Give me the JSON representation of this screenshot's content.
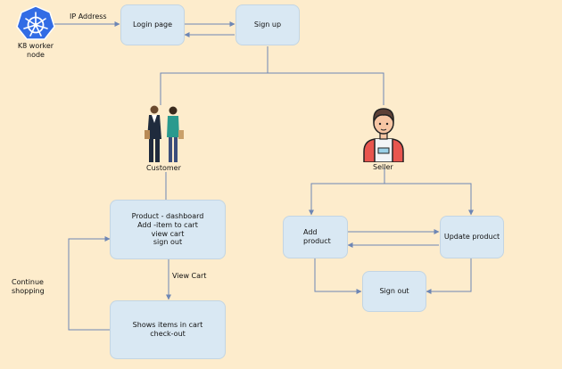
{
  "nodes": {
    "k8s_label": "K8 worker node",
    "login": "Login page",
    "signup": "Sign up",
    "customer": "Customer",
    "seller": "Seller",
    "dashboard": [
      "Product - dashboard",
      "Add -item to cart",
      "view cart",
      "sign out"
    ],
    "shows_items": [
      "Shows items in cart",
      "check-out"
    ],
    "add_product": [
      "Add",
      "product"
    ],
    "update_product": "Update product",
    "sign_out": "Sign out"
  },
  "edges": {
    "ip_address": "IP Address",
    "view_cart": "View Cart",
    "continue_shopping": [
      "Continue",
      "shopping"
    ]
  },
  "colors": {
    "background": "#fdeccc",
    "box_fill": "#d9e8f3",
    "arrow": "#6d86b5",
    "k8s_blue": "#326ce5"
  },
  "icons": [
    "kubernetes-icon",
    "customer-people-icon",
    "seller-person-icon"
  ]
}
